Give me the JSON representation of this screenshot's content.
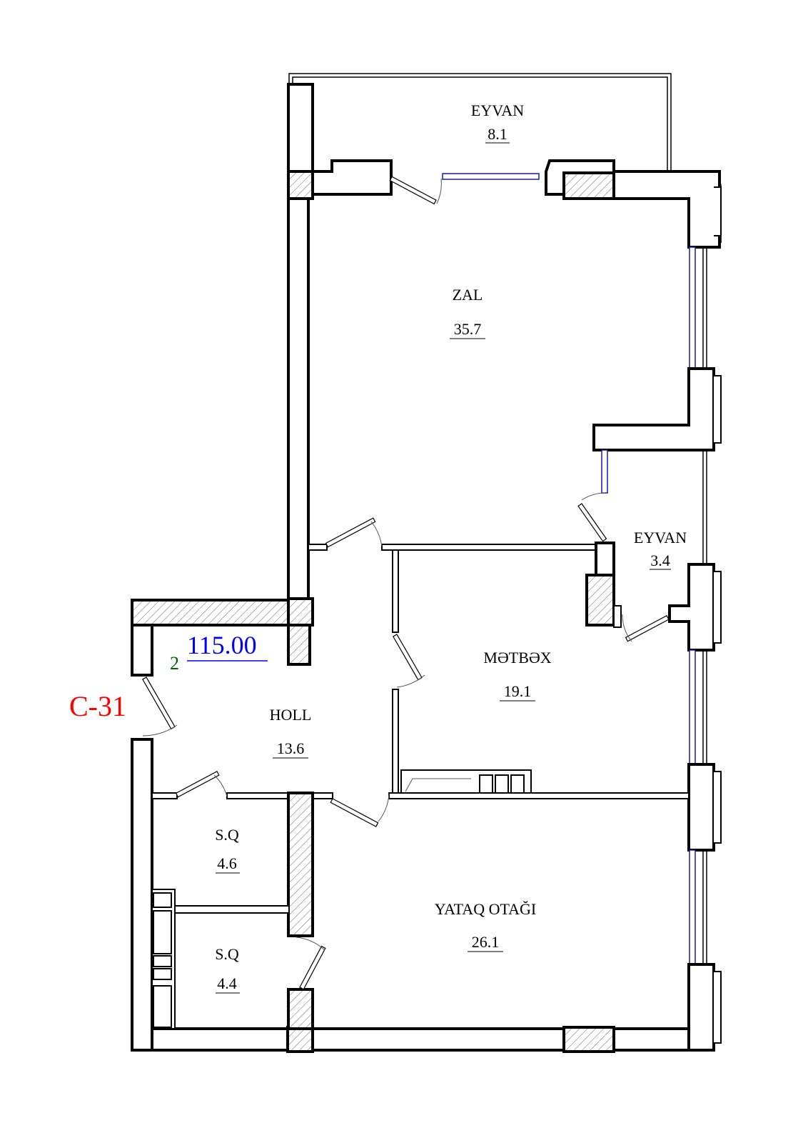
{
  "plan": {
    "unit_code": "C-31",
    "floor_no": "2",
    "total_area": "115.00",
    "colors": {
      "unit_code": "#ff0000",
      "total_area": "#0000ff",
      "floor_no": "#006400",
      "glass": "#1a1aa8"
    }
  },
  "rooms": {
    "balcony_top": {
      "name": "EYVAN",
      "area": "8.1"
    },
    "hall_main": {
      "name": "ZAL",
      "area": "35.7"
    },
    "balcony_right": {
      "name": "EYVAN",
      "area": "3.4"
    },
    "kitchen": {
      "name": "MƏTBƏX",
      "area": "19.1"
    },
    "entry": {
      "name": "HOLL",
      "area": "13.6"
    },
    "bath_1": {
      "name": "S.Q",
      "area": "4.6"
    },
    "bath_2": {
      "name": "S.Q",
      "area": "4.4"
    },
    "bedroom": {
      "name": "YATAQ OTAĞI",
      "area": "26.1"
    }
  }
}
